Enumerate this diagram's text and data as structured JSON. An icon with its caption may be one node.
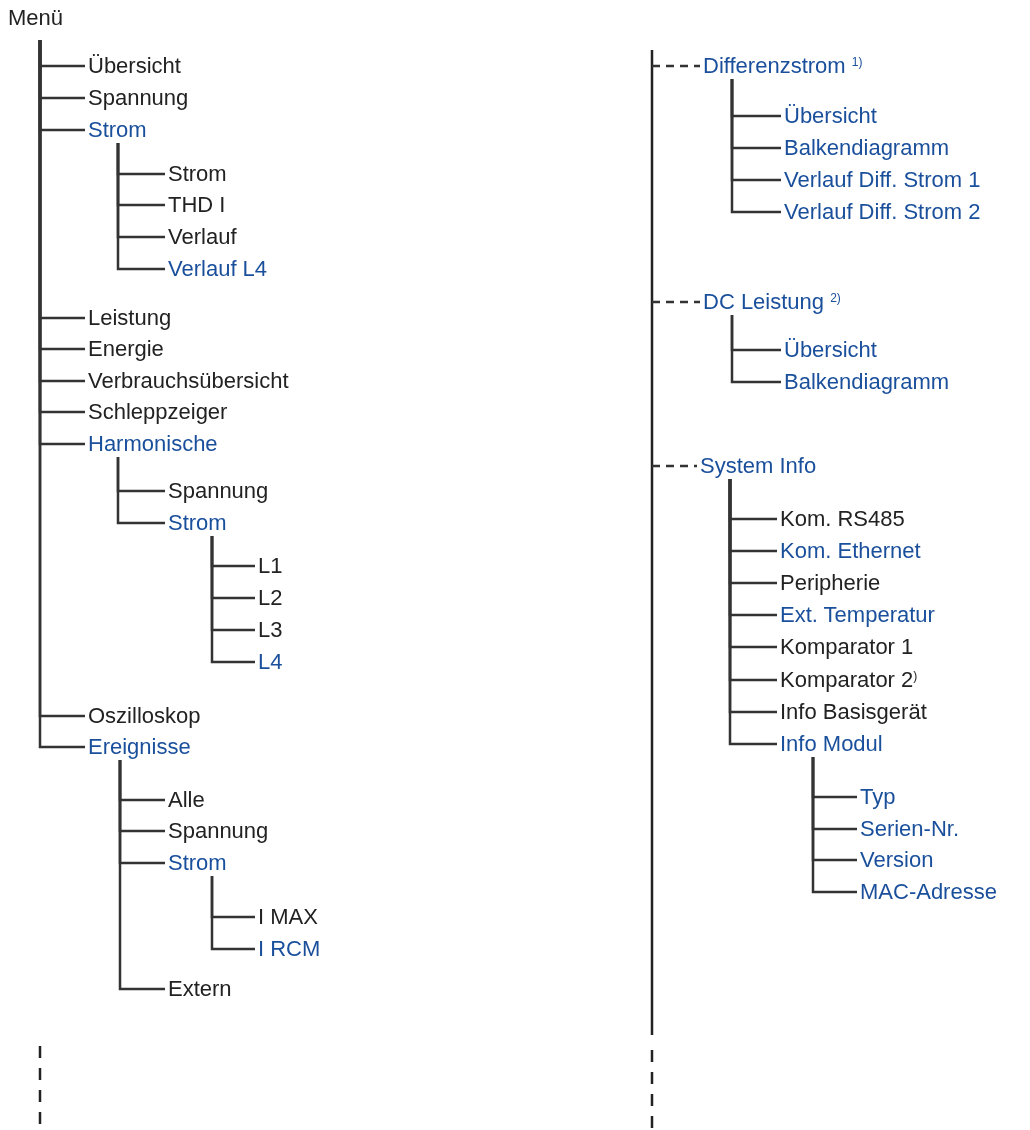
{
  "diagram": {
    "nodes": [
      {
        "text": [
          "Menü"
        ]
      },
      {
        "text": [
          "Übersicht"
        ]
      },
      {
        "text": [
          "Spannung"
        ]
      },
      {
        "text": [
          "Strom"
        ]
      },
      {
        "text": [
          "Strom"
        ]
      },
      {
        "text": [
          "THD I"
        ]
      },
      {
        "text": [
          "Verlauf"
        ]
      },
      {
        "text": [
          "Verlauf L4"
        ]
      },
      {
        "text": [
          "Leistung"
        ]
      },
      {
        "text": [
          "Energie"
        ]
      },
      {
        "text": [
          "Verbrauchsübersicht"
        ]
      },
      {
        "text": [
          "Schleppzeiger"
        ]
      },
      {
        "text": [
          "Harmonische"
        ]
      },
      {
        "text": [
          "Spannung"
        ]
      },
      {
        "text": [
          "Strom"
        ]
      },
      {
        "text": [
          "L1"
        ]
      },
      {
        "text": [
          "L2"
        ]
      },
      {
        "text": [
          "L3"
        ]
      },
      {
        "text": [
          "L4"
        ]
      },
      {
        "text": [
          "Oszilloskop"
        ]
      },
      {
        "text": [
          "Ereignisse"
        ]
      },
      {
        "text": [
          "Alle"
        ]
      },
      {
        "text": [
          "Spannung"
        ]
      },
      {
        "text": [
          "Strom"
        ]
      },
      {
        "text": [
          "I MAX"
        ]
      },
      {
        "text": [
          "I RCM"
        ]
      },
      {
        "text": [
          "Extern"
        ]
      },
      {
        "text": [
          "Differenzstrom $^{1)}$"
        ]
      },
      {
        "text": [
          "Übersicht"
        ]
      },
      {
        "text": [
          "Balkendiagramm"
        ]
      },
      {
        "text": [
          "Verlauf Diff. Strom 1"
        ]
      },
      {
        "text": [
          "Verlauf Diff. Strom 2"
        ]
      },
      {
        "text": [
          "DC Leistung $^{2)}$"
        ]
      },
      {
        "text": [
          "Übersicht"
        ]
      },
      {
        "text": [
          "Balkendiagramm"
        ]
      },
      {
        "text": [
          "System Info"
        ]
      },
      {
        "text": [
          "Kom. RS485"
        ]
      },
      {
        "text": [
          "Kom. Ethernet"
        ]
      },
      {
        "text": [
          "Peripherie"
        ]
      },
      {
        "text": [
          "Ext. Temperatur"
        ]
      },
      {
        "text": [
          "Komparator 1"
        ]
      },
      {
        "text": [
          "Komparator 2$^{)}$"
        ]
      },
      {
        "text": [
          "Info Basisgerät"
        ]
      },
      {
        "text": [
          "Info Modul"
        ]
      },
      {
        "text": [
          "Typ"
        ]
      },
      {
        "text": [
          "Serien-Nr."
        ]
      },
      {
        "text": [
          "Version"
        ]
      },
      {
        "text": [
          "MAC-Adresse"
        ]
      }
    ],
    "edges": [
      {
        "from": 0,
        "to": 1,
        "arrow": "none"
      },
      {
        "from": 0,
        "to": 2,
        "arrow": "none"
      },
      {
        "from": 0,
        "to": 3,
        "arrow": "none"
      },
      {
        "from": 3,
        "to": 4,
        "arrow": "none"
      },
      {
        "from": 3,
        "to": 5,
        "arrow": "none"
      },
      {
        "from": 3,
        "to": 6,
        "arrow": "none"
      },
      {
        "from": 3,
        "to": 7,
        "arrow": "none"
      },
      {
        "from": 0,
        "to": 8,
        "arrow": "none"
      },
      {
        "from": 0,
        "to": 9,
        "arrow": "none"
      },
      {
        "from": 0,
        "to": 10,
        "arrow": "none"
      },
      {
        "from": 0,
        "to": 11,
        "arrow": "none"
      },
      {
        "from": 0,
        "to": 12,
        "arrow": "none"
      },
      {
        "from": 12,
        "to": 13,
        "arrow": "none"
      },
      {
        "from": 12,
        "to": 14,
        "arrow": "none"
      },
      {
        "from": 14,
        "to": 15,
        "arrow": "none"
      },
      {
        "from": 14,
        "to": 16,
        "arrow": "none"
      },
      {
        "from": 14,
        "to": 17,
        "arrow": "none"
      },
      {
        "from": 14,
        "to": 18,
        "arrow": "none"
      },
      {
        "from": 0,
        "to": 19,
        "arrow": "none"
      },
      {
        "from": 0,
        "to": 20,
        "arrow": "none"
      },
      {
        "from": 20,
        "to": 21,
        "arrow": "none"
      },
      {
        "from": 20,
        "to": 22,
        "arrow": "none"
      },
      {
        "from": 20,
        "to": 23,
        "arrow": "none"
      },
      {
        "from": 23,
        "to": 24,
        "arrow": "none"
      },
      {
        "from": 23,
        "to": 25,
        "arrow": "none"
      },
      {
        "from": 20,
        "to": 26,
        "arrow": "none"
      },
      {
        "from": null,
        "to": 27,
        "arrow": "none",
        "style": "dashed"
      },
      {
        "from": 27,
        "to": 28,
        "arrow": "none"
      },
      {
        "from": 27,
        "to": 29,
        "arrow": "none"
      },
      {
        "from": 27,
        "to": 30,
        "arrow": "none"
      },
      {
        "from": 27,
        "to": 31,
        "arrow": "none"
      },
      {
        "from": null,
        "to": 32,
        "arrow": "none",
        "style": "dashed"
      },
      {
        "from": 32,
        "to": 33,
        "arrow": "none"
      },
      {
        "from": 32,
        "to": 34,
        "arrow": "none"
      },
      {
        "from": null,
        "to": 35,
        "arrow": "none",
        "style": "dashed"
      },
      {
        "from": 35,
        "to": 36,
        "arrow": "none"
      },
      {
        "from": 35,
        "to": 37,
        "arrow": "none"
      },
      {
        "from": 35,
        "to": 38,
        "arrow": "none"
      },
      {
        "from": 35,
        "to": 39,
        "arrow": "none"
      },
      {
        "from": 35,
        "to": 40,
        "arrow": "none"
      },
      {
        "from": 35,
        "to": 41,
        "arrow": "none"
      },
      {
        "from": 35,
        "to": 42,
        "arrow": "none"
      },
      {
        "from": 35,
        "to": 43,
        "arrow": "none"
      },
      {
        "from": 43,
        "to": 44,
        "arrow": "none"
      },
      {
        "from": 43,
        "to": 45,
        "arrow": "none"
      },
      {
        "from": 43,
        "to": 46,
        "arrow": "none"
      },
      {
        "from": 43,
        "to": 47,
        "arrow": "none"
      }
    ]
  }
}
